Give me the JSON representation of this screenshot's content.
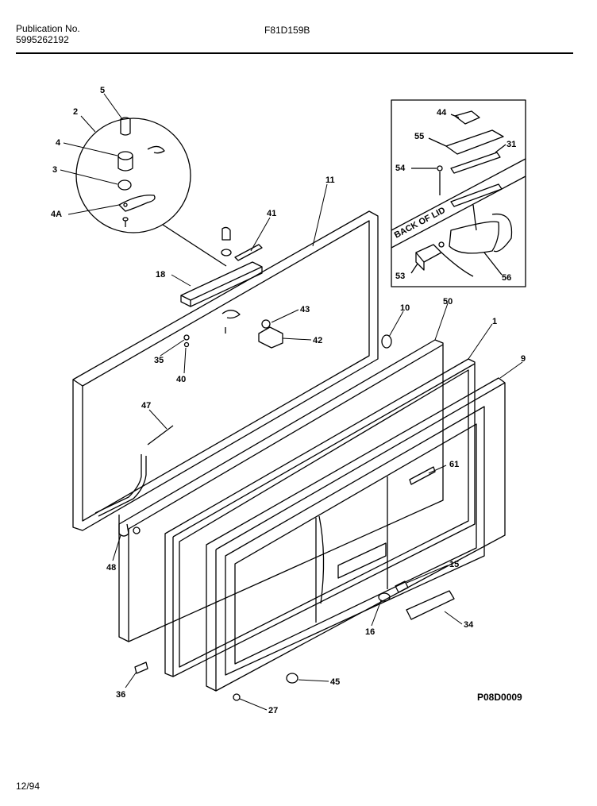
{
  "header": {
    "publication_label": "Publication No.",
    "publication_number": "5995262192",
    "model": "F81D159B"
  },
  "footer": {
    "date": "12/94",
    "drawing_code": "P08D0009"
  },
  "inset": {
    "lid_text": "BACK OF LID"
  },
  "callouts": {
    "c2": "2",
    "c3": "3",
    "c4": "4",
    "c4a": "4A",
    "c5": "5",
    "c11": "11",
    "c41": "41",
    "c18": "18",
    "c43": "43",
    "c42": "42",
    "c35": "35",
    "c40": "40",
    "c10": "10",
    "c50": "50",
    "c1": "1",
    "c9": "9",
    "c47": "47",
    "c61": "61",
    "c48": "48",
    "c15": "15",
    "c16": "16",
    "c34": "34",
    "c36": "36",
    "c45": "45",
    "c27": "27",
    "c44": "44",
    "c55": "55",
    "c31": "31",
    "c54": "54",
    "c53": "53",
    "c56": "56"
  }
}
